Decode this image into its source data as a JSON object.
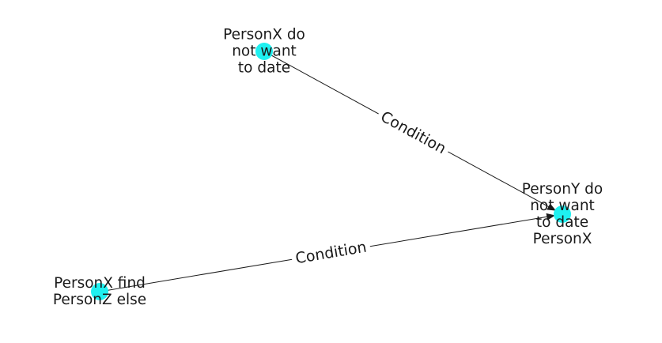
{
  "diagram": {
    "node_color": "#1ff0f0",
    "edge_color": "#1a1a1a",
    "nodes": [
      {
        "id": "n1",
        "lines": [
          "PersonX do",
          "not want",
          "to date"
        ]
      },
      {
        "id": "n2",
        "lines": [
          "PersonY do",
          "not want",
          "to date",
          "PersonX"
        ]
      },
      {
        "id": "n3",
        "lines": [
          "PersonX find",
          "PersonZ else"
        ]
      }
    ],
    "edges": [
      {
        "from": "n1",
        "to": "n2",
        "label": "Condition"
      },
      {
        "from": "n3",
        "to": "n2",
        "label": "Condition"
      }
    ]
  }
}
